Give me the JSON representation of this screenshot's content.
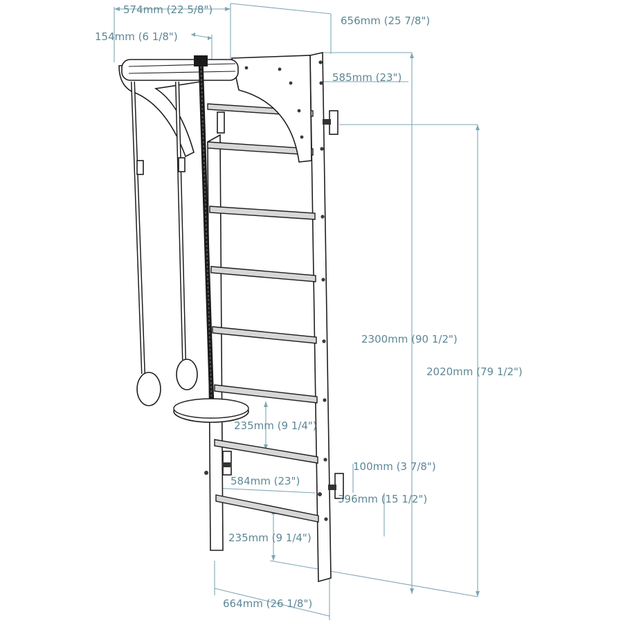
{
  "diagram": {
    "subject": "Wall bars with pull-up bar, gymnastic rings and rope with disc",
    "line_color": "#1e1e1e",
    "dimension_color": "#5d8796",
    "dimensions": {
      "top_width": "574mm (22 5/8\")",
      "top_depth": "656mm (25 7/8\")",
      "bar_offset": "154mm (6 1/8\")",
      "bracket_span": "585mm (23\")",
      "total_height": "2300mm (90 1/2\")",
      "mount_height": "2020mm (79 1/2\")",
      "rung_spacing_upper": "235mm (9 1/4\")",
      "inner_width": "584mm (23\")",
      "standoff": "100mm (3 7/8\")",
      "lower_mount": "396mm (15 1/2\")",
      "rung_spacing_lower": "235mm (9 1/4\")",
      "base_width": "664mm (26 1/8\")"
    }
  }
}
